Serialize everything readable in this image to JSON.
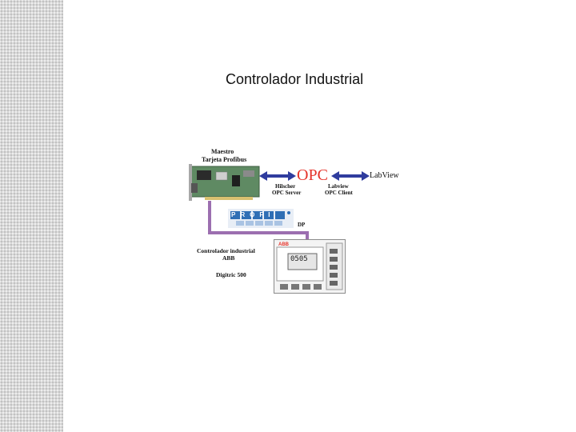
{
  "slide": {
    "title": "Controlador Industrial"
  },
  "diagram": {
    "master_label_line1": "Maestro",
    "master_label_line2": "Tarjeta Profibus",
    "opc_label": "OPC",
    "labview_label": "LabView",
    "server_line1": "Hilscher",
    "server_line2": "OPC  Server",
    "client_line1": "Labview",
    "client_line2": "OPC Client",
    "profibus_logo_letters": "PROFI",
    "dp_label": "DP",
    "controller_line1": "Controlador industrial",
    "controller_line2": "ABB",
    "controller_model": "Digitric 500",
    "device_brand": "ABB",
    "device_display": "0505",
    "colors": {
      "accent_red": "#e5332a",
      "arrow_blue": "#2f3c9e",
      "bus_purple": "#9c6fb0",
      "logo_blue": "#2f6fb5"
    }
  }
}
